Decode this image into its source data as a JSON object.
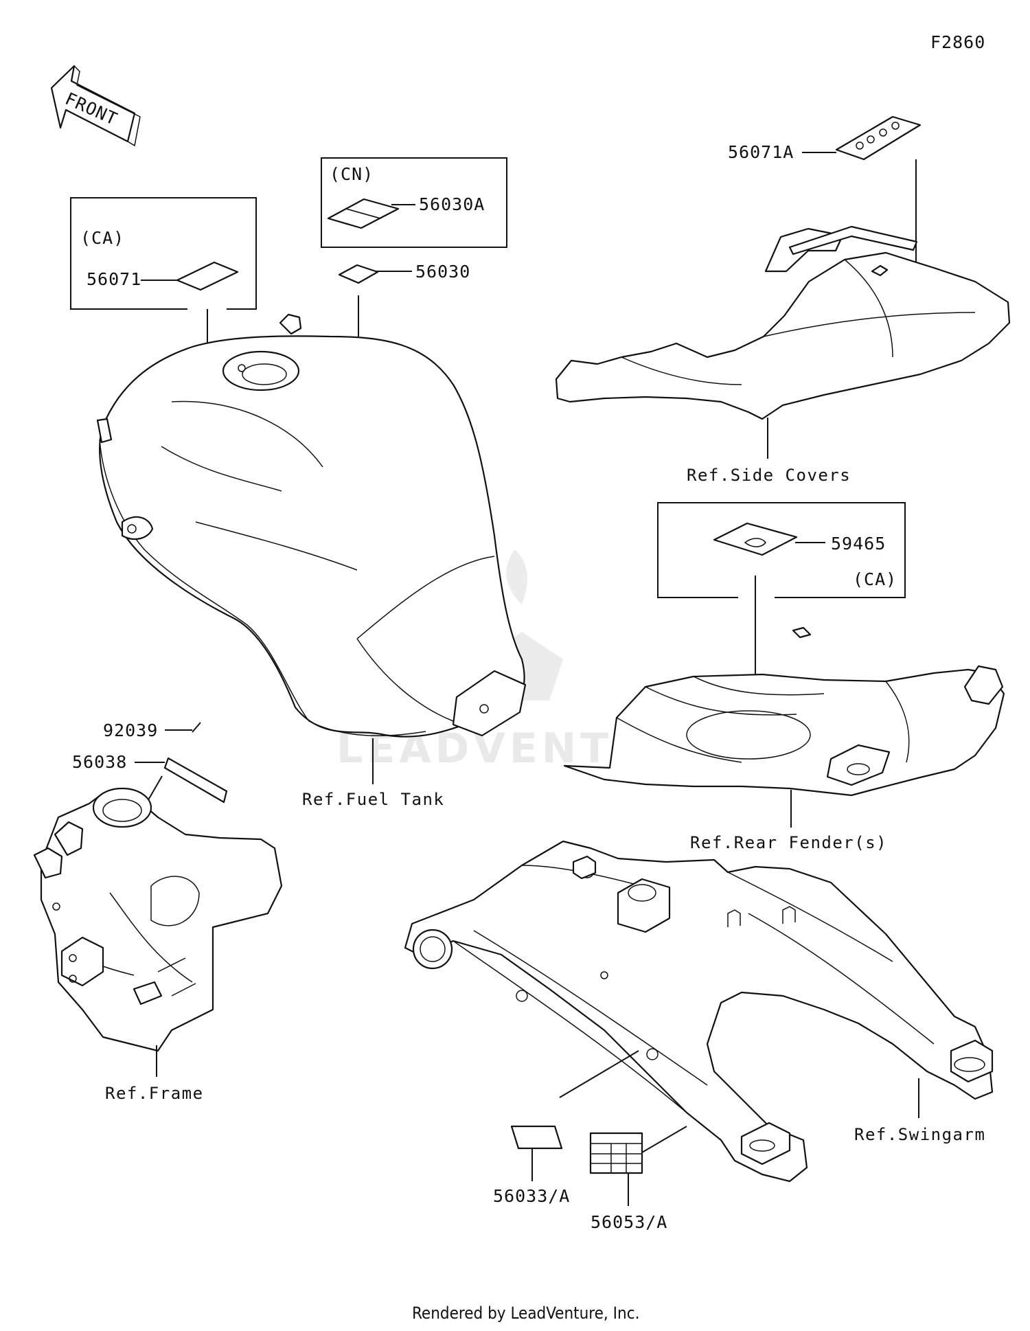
{
  "figure_code": "F2860",
  "front_arrow": {
    "label": "FRONT",
    "icon": "front-direction-arrow-icon"
  },
  "watermark": {
    "text": "LEADVENTURE"
  },
  "credit": "Rendered by LeadVenture, Inc.",
  "boxes": {
    "ca_left": {
      "region": "(CA)",
      "part": "56071"
    },
    "cn": {
      "region": "(CN)",
      "part": "56030A"
    },
    "ca_right": {
      "region": "(CA)",
      "part": "59465"
    }
  },
  "parts": {
    "p56030": "56030",
    "p56071A": "56071A",
    "p92039": "92039",
    "p56038": "56038",
    "p56033A": "56033/A",
    "p56053A": "56053/A"
  },
  "refs": {
    "side_covers": "Ref.Side Covers",
    "fuel_tank": "Ref.Fuel Tank",
    "rear_fender": "Ref.Rear Fender(s)",
    "frame": "Ref.Frame",
    "swingarm": "Ref.Swingarm"
  }
}
